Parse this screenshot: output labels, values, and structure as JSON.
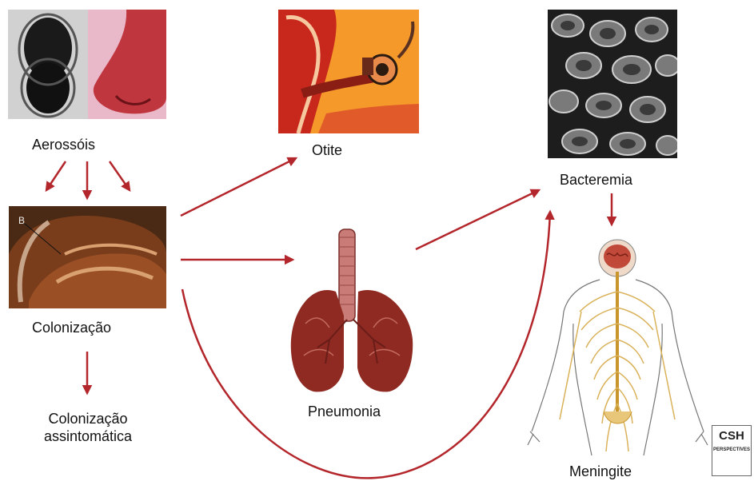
{
  "nodes": {
    "aerossois": "Aerossóis",
    "colonizacao": "Colonização",
    "colonizacao_assint_line1": "Colonização",
    "colonizacao_assint_line2": "assintomática",
    "otite": "Otite",
    "pneumonia": "Pneumonia",
    "bacteremia": "Bacteremia",
    "meningite": "Meningite"
  },
  "logo": {
    "main": "CSH",
    "sub": "PERSPECTIVES"
  },
  "colors": {
    "arrow": "#b3262b",
    "lung": "#8f2a22",
    "nerve": "#d9b25a",
    "ear_bg": "#f59a2a"
  }
}
